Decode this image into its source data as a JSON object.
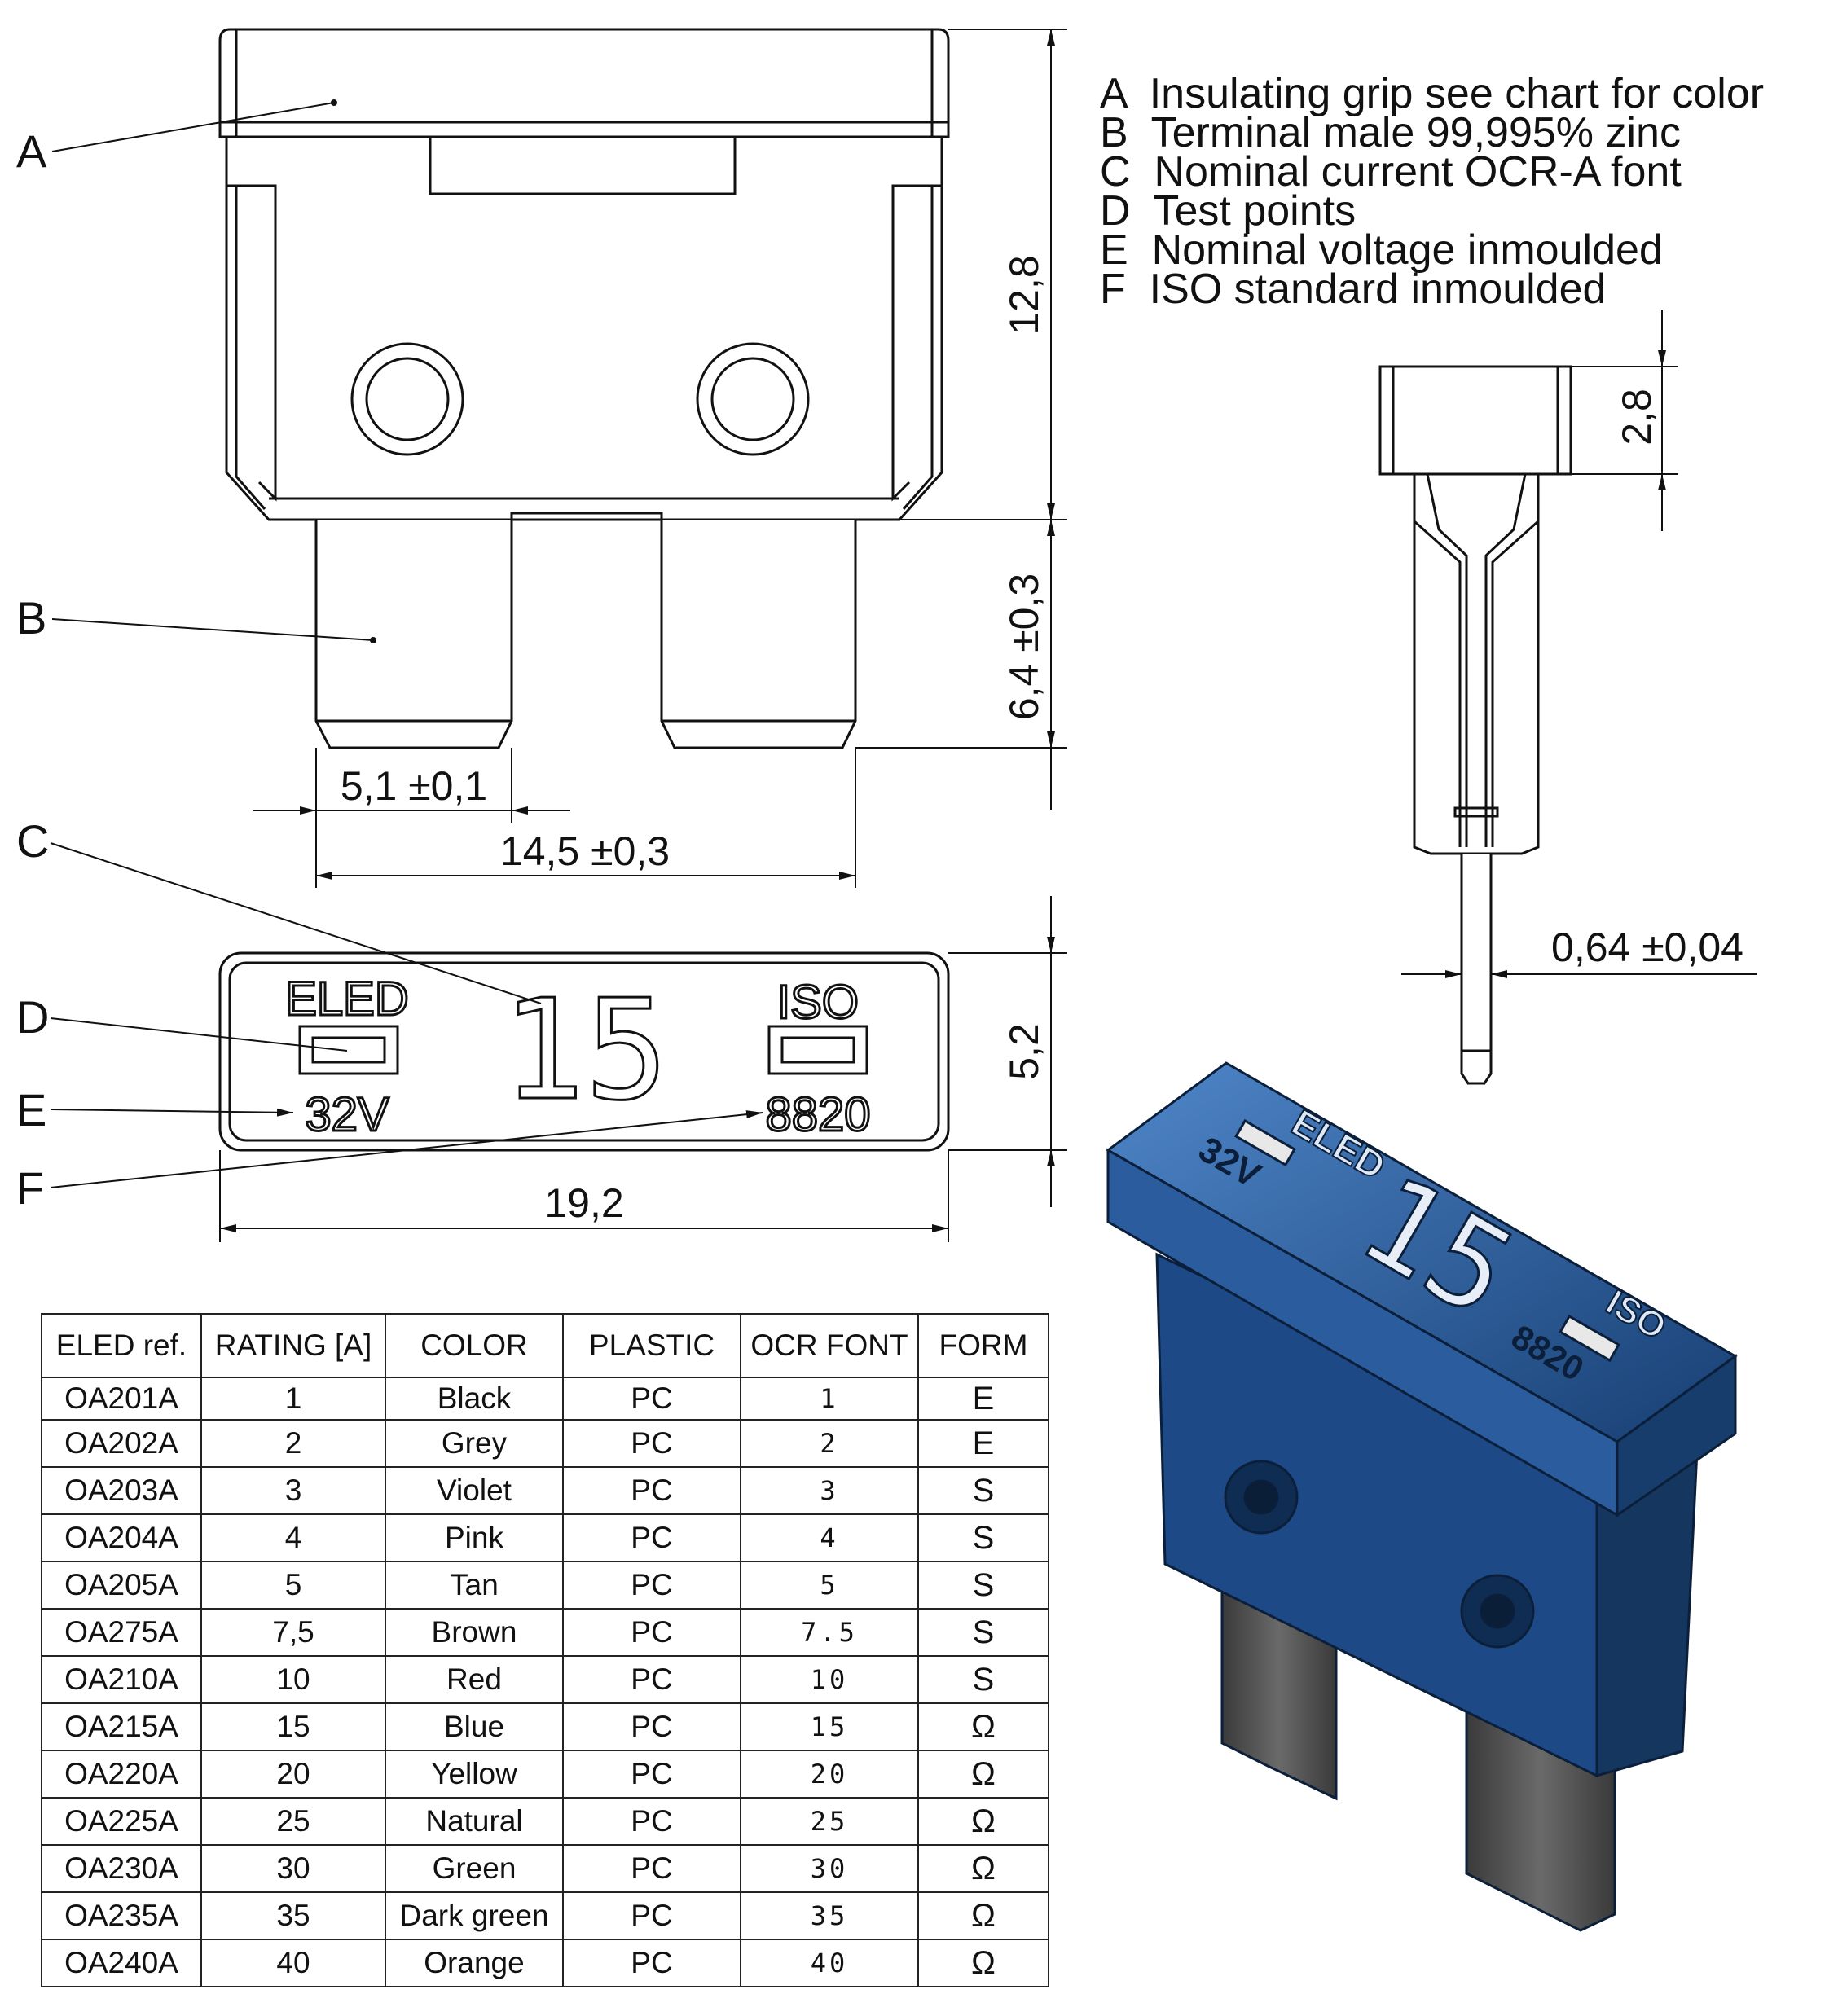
{
  "callouts": {
    "a": "A",
    "b": "B",
    "c": "C",
    "d": "D",
    "e": "E",
    "f": "F"
  },
  "legend": [
    "A  Insulating grip see chart for color",
    "B  Terminal male 99,995% zinc",
    "C  Nominal current OCR-A font",
    "D  Test points",
    "E  Nominal voltage inmoulded",
    "F  ISO standard inmoulded"
  ],
  "dimensions": {
    "body_height": "12,8",
    "blade_length": "6,4 ±0,3",
    "blade_width": "5,1 ±0,1",
    "blade_span": "14,5 ±0,3",
    "top_height": "5,2",
    "overall_width": "19,2",
    "grip_thickness": "2,8",
    "blade_thickness": "0,64 ±0,04"
  },
  "top_view": {
    "brand": "ELED",
    "voltage": "32V",
    "current": "15",
    "iso": "ISO",
    "iso_number": "8820"
  },
  "render_3d": {
    "brand": "ELED",
    "voltage": "32V",
    "current": "15",
    "iso": "ISO",
    "iso_number": "8820",
    "color": "#1f4f8c"
  },
  "colors": {
    "line": "#111111",
    "blue_body": "#1f4f8c",
    "blue_light": "#3d74b8",
    "metal": "#555555"
  },
  "table": {
    "headers": [
      "ELED ref.",
      "RATING [A]",
      "COLOR",
      "PLASTIC",
      "OCR FONT",
      "FORM"
    ],
    "rows": [
      [
        "OA201A",
        "1",
        "Black",
        "PC",
        "1",
        "E"
      ],
      [
        "OA202A",
        "2",
        "Grey",
        "PC",
        "2",
        "E"
      ],
      [
        "OA203A",
        "3",
        "Violet",
        "PC",
        "3",
        "S"
      ],
      [
        "OA204A",
        "4",
        "Pink",
        "PC",
        "4",
        "S"
      ],
      [
        "OA205A",
        "5",
        "Tan",
        "PC",
        "5",
        "S"
      ],
      [
        "OA275A",
        "7,5",
        "Brown",
        "PC",
        "7.5",
        "S"
      ],
      [
        "OA210A",
        "10",
        "Red",
        "PC",
        "10",
        "S"
      ],
      [
        "OA215A",
        "15",
        "Blue",
        "PC",
        "15",
        "Ω"
      ],
      [
        "OA220A",
        "20",
        "Yellow",
        "PC",
        "20",
        "Ω"
      ],
      [
        "OA225A",
        "25",
        "Natural",
        "PC",
        "25",
        "Ω"
      ],
      [
        "OA230A",
        "30",
        "Green",
        "PC",
        "30",
        "Ω"
      ],
      [
        "OA235A",
        "35",
        "Dark green",
        "PC",
        "35",
        "Ω"
      ],
      [
        "OA240A",
        "40",
        "Orange",
        "PC",
        "40",
        "Ω"
      ]
    ]
  }
}
